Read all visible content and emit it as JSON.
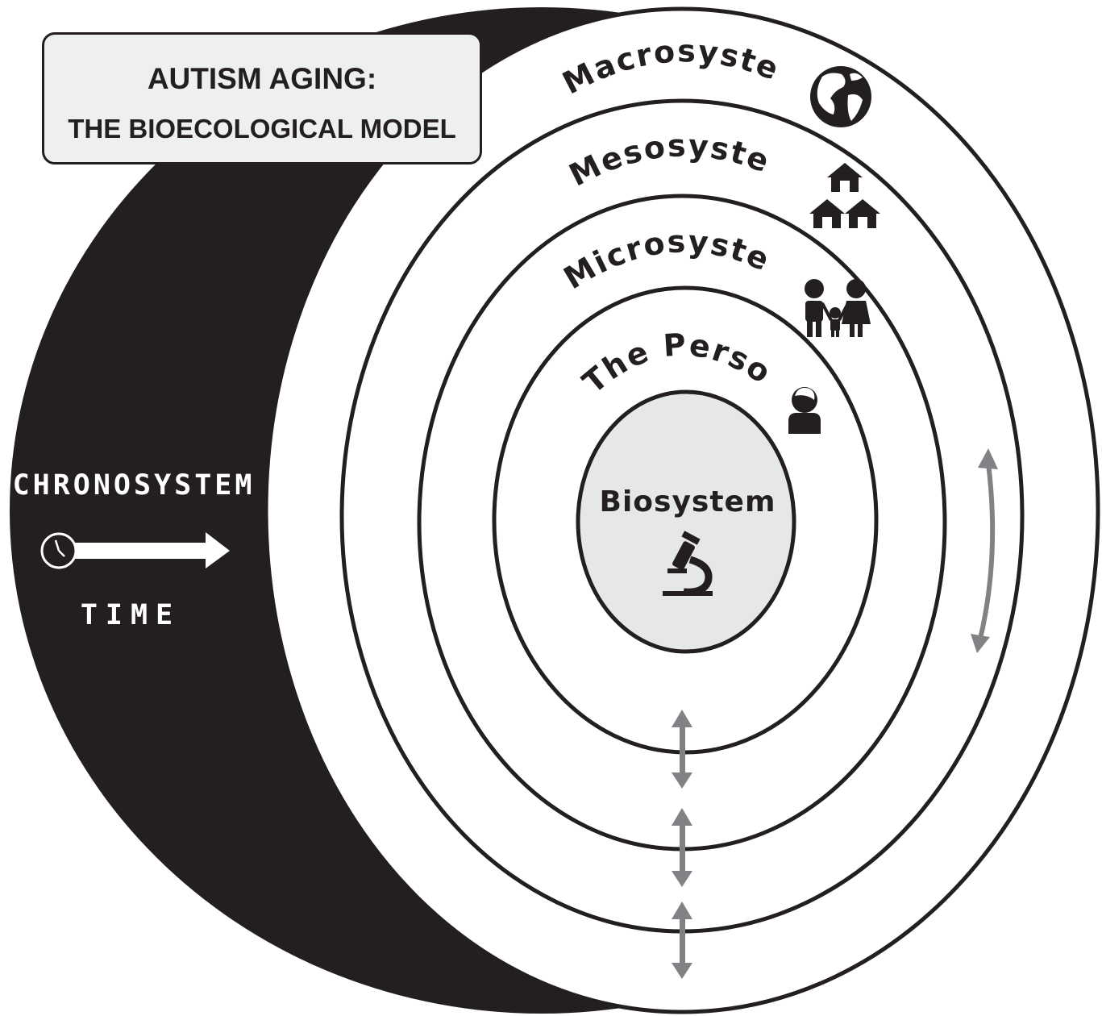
{
  "title": {
    "line1": "AUTISM AGING:",
    "line2": "THE BIOECOLOGICAL MODEL"
  },
  "rings": {
    "macrosystem": "Macrosystem",
    "mesosystem": "Mesosystem",
    "microsystem": "Microsystem",
    "person": "The Person",
    "biosystem": "Biosystem"
  },
  "chronosystem": {
    "label": "CHRONOSYSTEM",
    "time_label": "TIME"
  },
  "icons": {
    "macrosystem": "globe-icon",
    "mesosystem": "houses-icon",
    "microsystem": "family-icon",
    "person": "person-icon",
    "biosystem": "microscope-icon",
    "time": "clock-icon"
  },
  "colors": {
    "dark": "#231f20",
    "biosystem_fill": "#e6e7e8",
    "arrow_gray": "#808285",
    "title_fill": "#eef0ee"
  }
}
